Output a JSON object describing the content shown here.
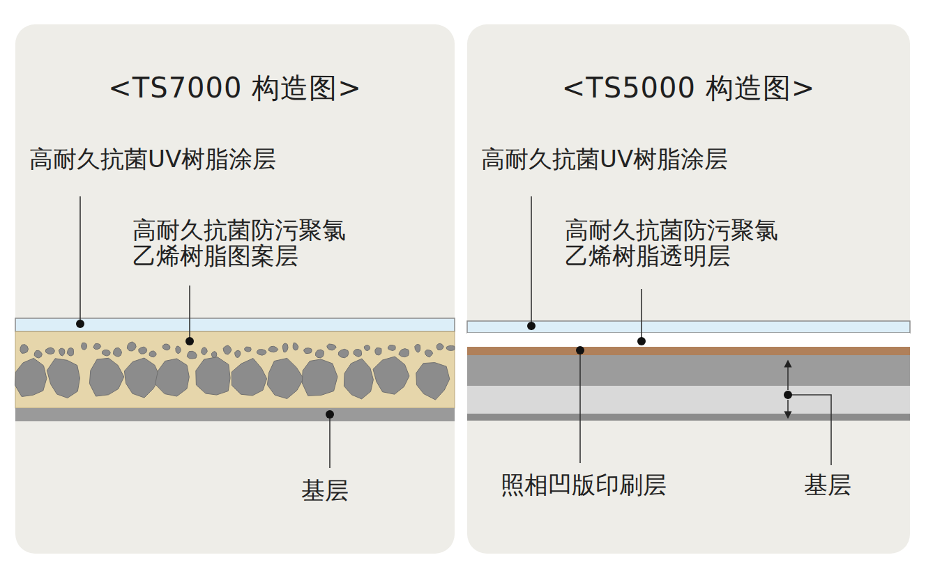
{
  "diagram": {
    "nodes": [
      {
        "text": [
          "<TS7000 构造图>"
        ]
      },
      {
        "text": [
          "<TS5000 构造图>"
        ]
      }
    ],
    "labels": [
      "高耐久抗菌UV树脂涂层",
      "高耐久抗菌防污聚氯 乙烯树脂图案层",
      "基层",
      "高耐久抗菌UV树脂涂层",
      "高耐久抗菌防污聚氯 乙烯树脂透明层",
      "照相凹版印刷层",
      "基层"
    ]
  }
}
